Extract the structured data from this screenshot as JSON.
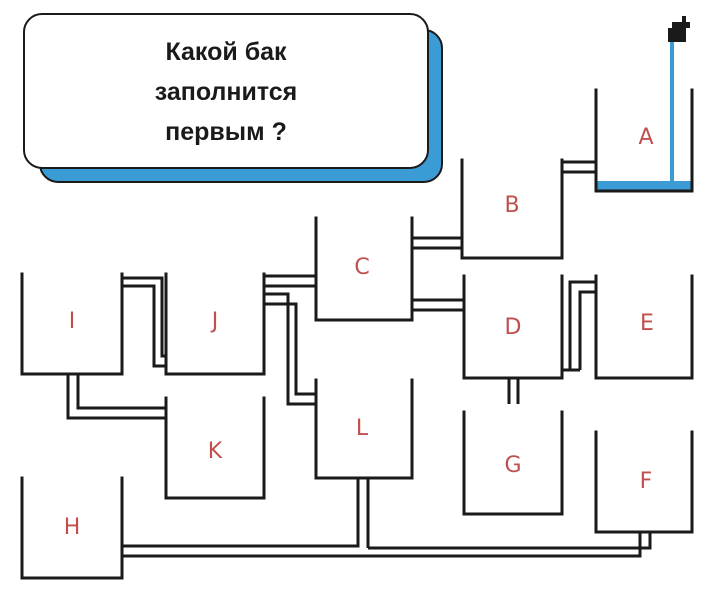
{
  "question": {
    "lines": [
      "Какой бак",
      "заполнится",
      "первым ?"
    ]
  },
  "tanks": {
    "A": "A",
    "B": "B",
    "C": "C",
    "D": "D",
    "E": "E",
    "F": "F",
    "G": "G",
    "H": "H",
    "I": "I",
    "J": "J",
    "K": "K",
    "L": "L"
  },
  "colors": {
    "water": "#3a9bd5",
    "label": "#c0504d",
    "line": "#1a1a1a",
    "card_shadow": "#3a9bd5"
  }
}
